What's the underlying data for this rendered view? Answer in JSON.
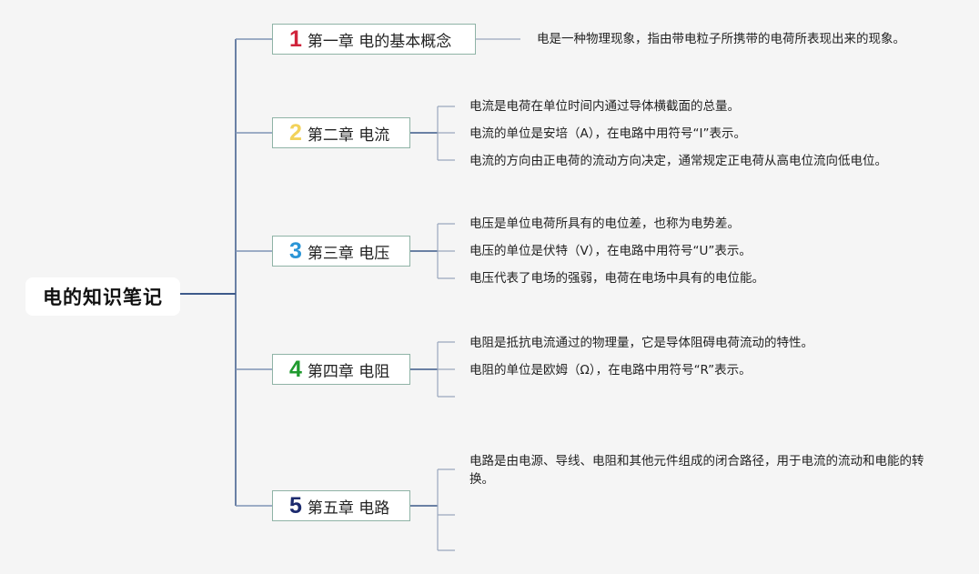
{
  "root": {
    "title": "电的知识笔记"
  },
  "chapters": [
    {
      "number": "1",
      "title": "第一章 电的基本概念",
      "number_color": "#d0233b",
      "notes": [
        "电是一种物理现象，指由带电粒子所携带的电荷所表现出来的现象。"
      ]
    },
    {
      "number": "2",
      "title": "第二章 电流",
      "number_color": "#f2d25a",
      "notes": [
        "电流是电荷在单位时间内通过导体横截面的总量。",
        "电流的单位是安培（A），在电路中用符号“I”表示。",
        "电流的方向由正电荷的流动方向决定，通常规定正电荷从高电位流向低电位。"
      ]
    },
    {
      "number": "3",
      "title": "第三章 电压",
      "number_color": "#2b95d6",
      "notes": [
        "电压是单位电荷所具有的电位差，也称为电势差。",
        "电压的单位是伏特（V），在电路中用符号“U”表示。",
        "电压代表了电场的强弱，电荷在电场中具有的电位能。"
      ]
    },
    {
      "number": "4",
      "title": "第四章 电阻",
      "number_color": "#1f9a2e",
      "notes": [
        "电阻是抵抗电流通过的物理量，它是导体阻碍电荷流动的特性。",
        "电阻的单位是欧姆（Ω），在电路中用符号“R”表示。",
        ""
      ]
    },
    {
      "number": "5",
      "title": "第五章 电路",
      "number_color": "#1c2a6e",
      "notes": [
        "电路是由电源、导线、电阻和其他元件组成的闭合路径，用于电流的流动和电能的转换。",
        "",
        ""
      ]
    }
  ],
  "colors": {
    "trunk": "#3d5a8a",
    "chapter_line": "#7f93b5",
    "leaf_line": "#9aa6bd"
  }
}
